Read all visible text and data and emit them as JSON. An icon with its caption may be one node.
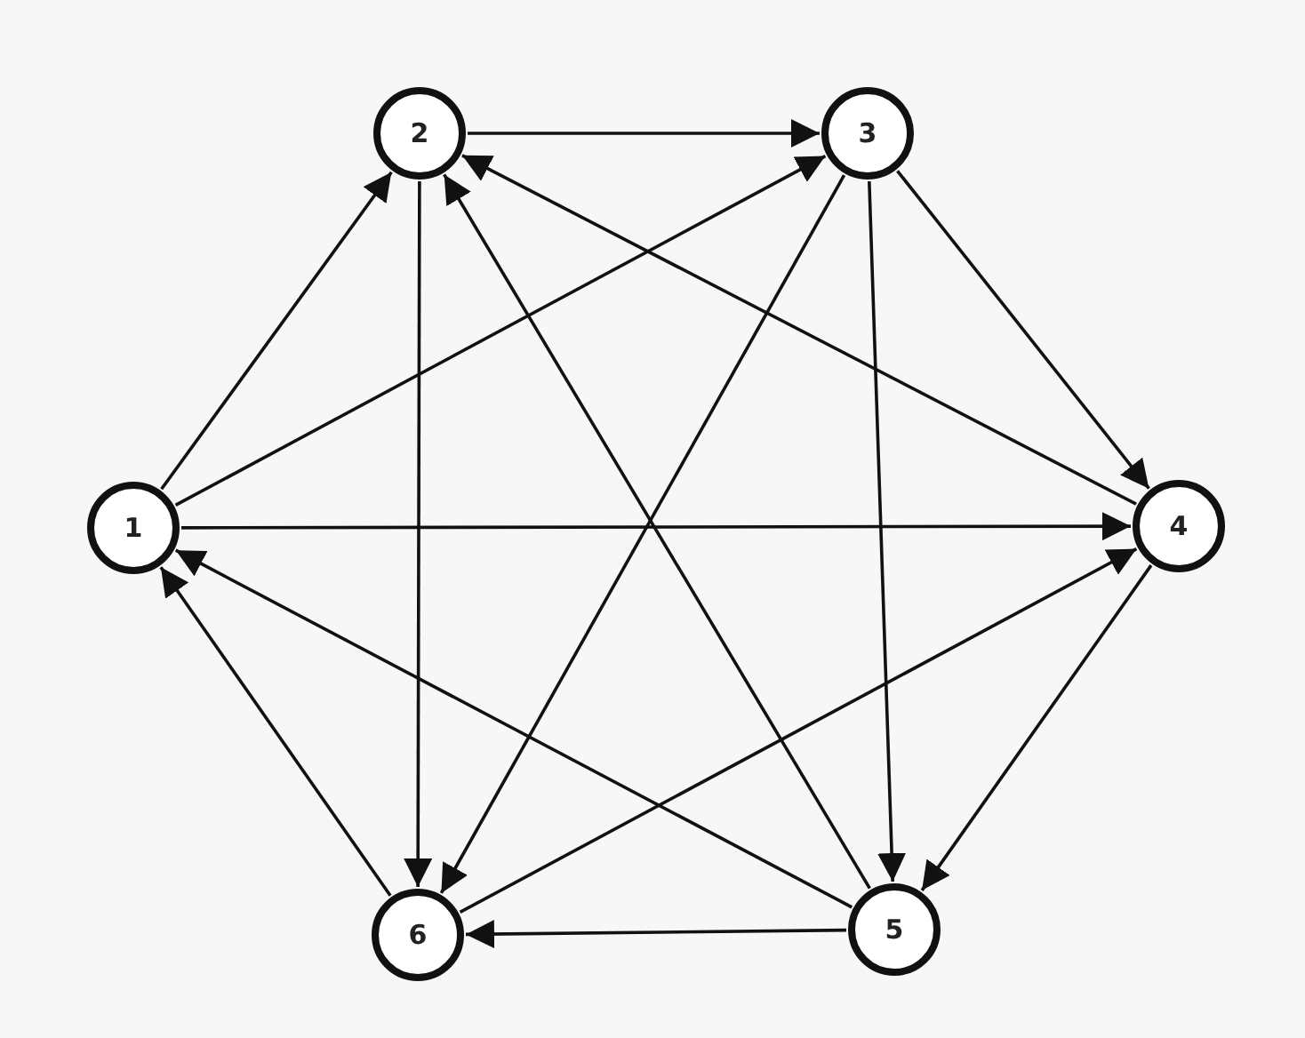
{
  "diagram": {
    "nodes": [
      {
        "text": [
          "1"
        ]
      },
      {
        "text": [
          "2"
        ]
      },
      {
        "text": [
          "3"
        ]
      },
      {
        "text": [
          "4"
        ]
      },
      {
        "text": [
          "5"
        ]
      },
      {
        "text": [
          "6"
        ]
      }
    ],
    "edges": [
      {
        "from": 0,
        "to": 1,
        "arrow": "to"
      },
      {
        "from": 0,
        "to": 2,
        "arrow": "to"
      },
      {
        "from": 0,
        "to": 3,
        "arrow": "to"
      },
      {
        "from": 1,
        "to": 2,
        "arrow": "to"
      },
      {
        "from": 1,
        "to": 5,
        "arrow": "to"
      },
      {
        "from": 2,
        "to": 3,
        "arrow": "to"
      },
      {
        "from": 2,
        "to": 4,
        "arrow": "to"
      },
      {
        "from": 2,
        "to": 5,
        "arrow": "to"
      },
      {
        "from": 3,
        "to": 1,
        "arrow": "to"
      },
      {
        "from": 3,
        "to": 4,
        "arrow": "to"
      },
      {
        "from": 4,
        "to": 1,
        "arrow": "to"
      },
      {
        "from": 4,
        "to": 0,
        "arrow": "to"
      },
      {
        "from": 4,
        "to": 5,
        "arrow": "to"
      },
      {
        "from": 5,
        "to": 0,
        "arrow": "to"
      },
      {
        "from": 5,
        "to": 3,
        "arrow": "to"
      }
    ]
  }
}
